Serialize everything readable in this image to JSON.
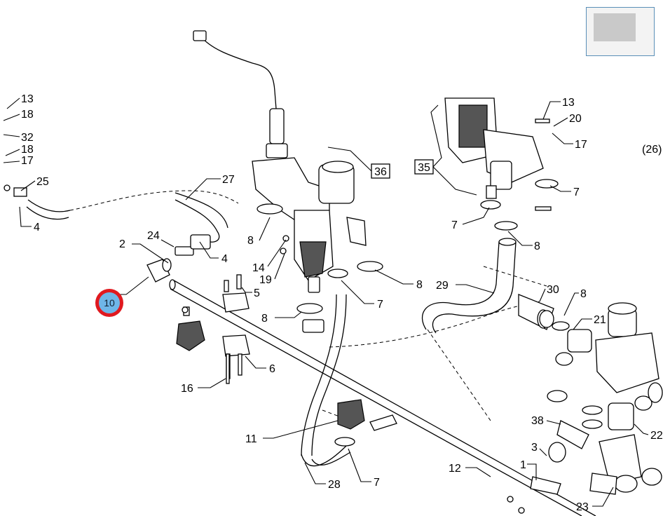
{
  "callouts": {
    "c13a": "13",
    "c18a": "18",
    "c32": "32",
    "c18b": "18",
    "c17a": "17",
    "c25": "25",
    "c4a": "4",
    "c27": "27",
    "c2": "2",
    "c24": "24",
    "c4b": "4",
    "c5": "5",
    "c8a": "8",
    "c14": "14",
    "c19": "19",
    "c8b": "8",
    "c7a": "7",
    "c8c": "8",
    "c6": "6",
    "c16": "16",
    "c11": "11",
    "c28": "28",
    "c7b": "7",
    "c12": "12",
    "c1": "1",
    "c3": "3",
    "c38": "38",
    "c23": "23",
    "c13b": "13",
    "c20": "20",
    "c17b": "17",
    "c7c": "7",
    "c7d": "7",
    "c8d": "8",
    "c29": "29",
    "c30": "30",
    "c8e": "8",
    "c21": "21",
    "c22": "22",
    "c26": "(26)"
  },
  "boxed_refs": {
    "b36": "36",
    "b35": "35"
  },
  "hotspot": {
    "label": "10",
    "color": "#e0191f",
    "fill": "#6fb6e8"
  },
  "thumbnail": {
    "name": "overview-thumbnail"
  }
}
